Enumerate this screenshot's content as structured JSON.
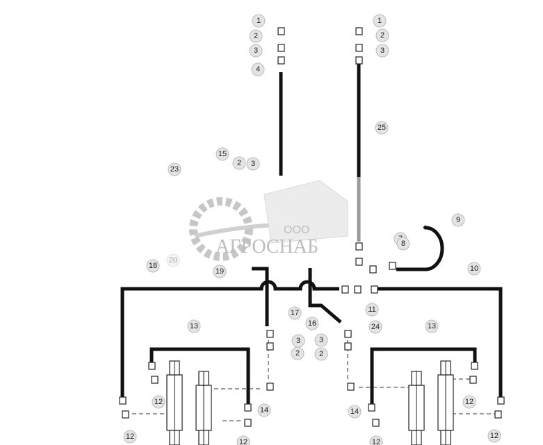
{
  "diagram": {
    "callouts": [
      "1",
      "2",
      "3",
      "4",
      "1",
      "2",
      "3",
      "25",
      "23",
      "15",
      "2",
      "3",
      "20",
      "19",
      "7",
      "8",
      "9",
      "10",
      "18",
      "17",
      "16",
      "11",
      "24",
      "3",
      "2",
      "3",
      "2",
      "13",
      "13",
      "12",
      "12",
      "14",
      "14",
      "12",
      "12",
      "12",
      "12"
    ],
    "watermark": {
      "line1": "ООО",
      "line2": "АГРОСНАБ"
    },
    "colors": {
      "hose": "#111111",
      "callout_fill": "#e4e4e4",
      "watermark": "#b0b0b0"
    }
  }
}
